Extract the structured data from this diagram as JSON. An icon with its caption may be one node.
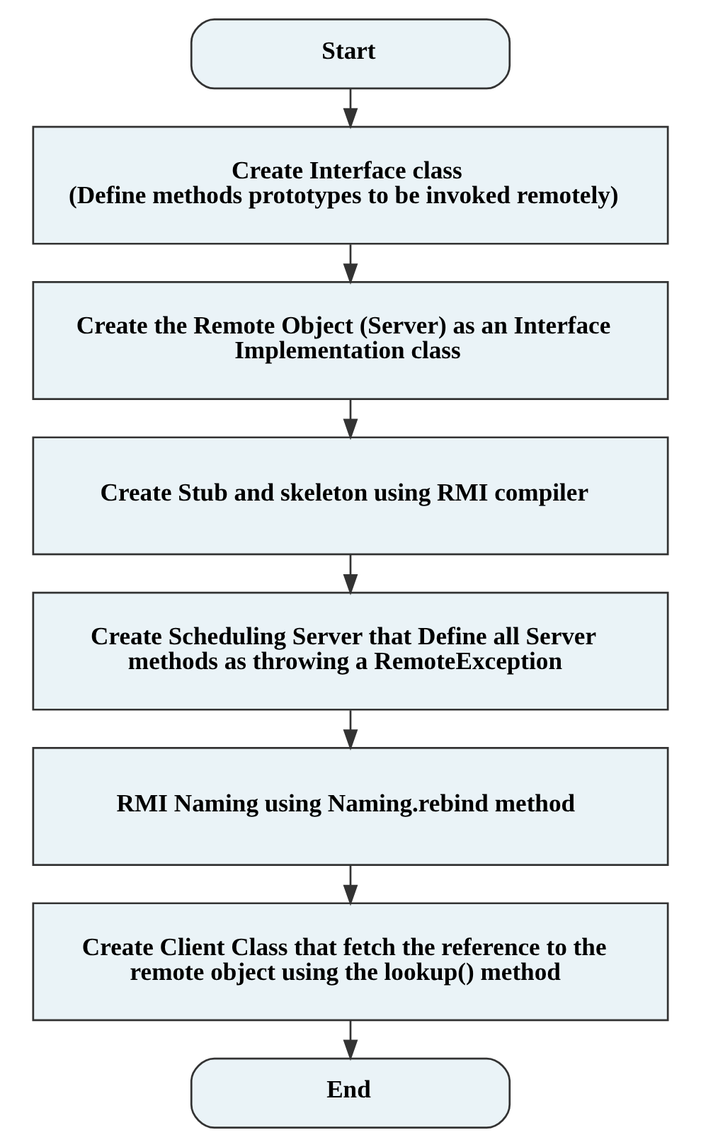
{
  "diagram": {
    "nodes": [
      {
        "text": [
          "Start"
        ]
      },
      {
        "text": [
          "Create Interface class",
          "(Define methods prototypes to be invoked remotely)"
        ]
      },
      {
        "text": [
          "Create the Remote Object (Server) as an Interface Implementation class"
        ]
      },
      {
        "text": [
          "Create Stub and skeleton using RMI compiler"
        ]
      },
      {
        "text": [
          "Create Scheduling Server that Define all Server methods as throwing a RemoteException"
        ]
      },
      {
        "text": [
          "RMI Naming using Naming.rebind method"
        ]
      },
      {
        "text": [
          "Create Client Class that fetch the reference to the remote object using the lookup() method"
        ]
      },
      {
        "text": [
          "End"
        ]
      }
    ],
    "edges": [
      {
        "from": 0,
        "to": 1,
        "arrow": "to"
      },
      {
        "from": 1,
        "to": 2,
        "arrow": "to"
      },
      {
        "from": 2,
        "to": 3,
        "arrow": "to"
      },
      {
        "from": 3,
        "to": 4,
        "arrow": "to"
      },
      {
        "from": 4,
        "to": 5,
        "arrow": "to"
      },
      {
        "from": 5,
        "to": 6,
        "arrow": "to"
      },
      {
        "from": 6,
        "to": 7,
        "arrow": "to"
      }
    ]
  }
}
